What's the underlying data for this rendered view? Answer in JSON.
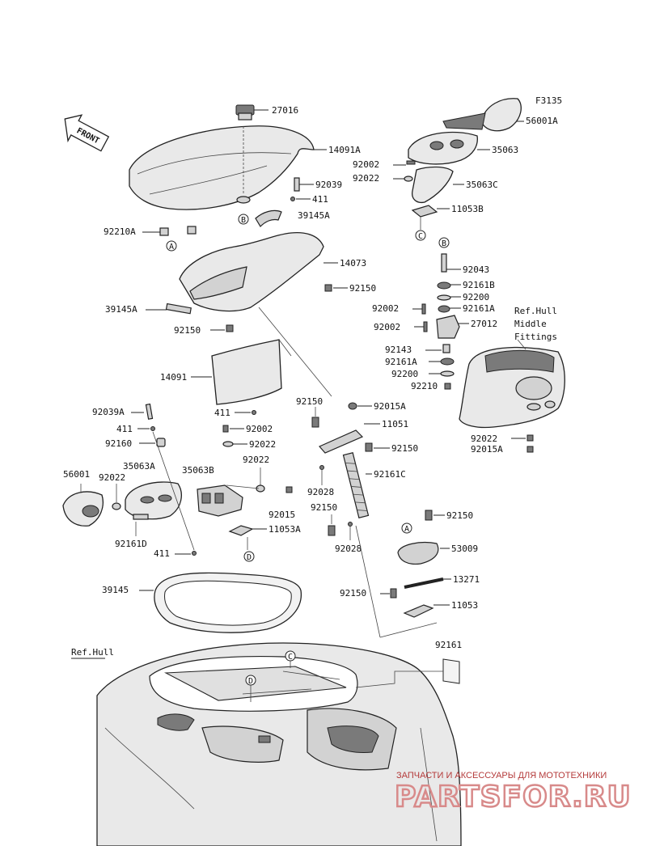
{
  "figure_code": "F3135",
  "front_label": "FRONT",
  "ref_labels": {
    "ref_hull": "Ref.Hull",
    "ref_hull_middle_fittings_1": "Ref.Hull",
    "ref_hull_middle_fittings_2": "Middle",
    "ref_hull_middle_fittings_3": "Fittings"
  },
  "part_numbers": {
    "p27016": "27016",
    "p14091A": "14091A",
    "p92039": "92039",
    "p411a": "411",
    "p39145A_top": "39145A",
    "p92210A": "92210A",
    "p14073": "14073",
    "p92150a": "92150",
    "p39145A_left": "39145A",
    "p92150b": "92150",
    "p14091": "14091",
    "p411b": "411",
    "p56001A": "56001A",
    "p35063": "35063",
    "p92002a": "92002",
    "p92022a": "92022",
    "p35063C": "35063C",
    "p11053B": "11053B",
    "p92043": "92043",
    "p92161B": "92161B",
    "p92200a": "92200",
    "p92002b": "92002",
    "p92161A_a": "92161A",
    "p92002c": "92002",
    "p27012": "27012",
    "p92143": "92143",
    "p92161A_b": "92161A",
    "p92200b": "92200",
    "p92210": "92210",
    "p92022b": "92022",
    "p92015A_b": "92015A",
    "p92150c": "92150",
    "p92015A_a": "92015A",
    "p11051": "11051",
    "p92150d": "92150",
    "p92161C": "92161C",
    "p92028a": "92028",
    "p92150e": "92150",
    "p92028b": "92028",
    "p92150f": "92150",
    "p53009": "53009",
    "p13271": "13271",
    "p92150g": "92150",
    "p11053": "11053",
    "p92161": "92161",
    "p92039A": "92039A",
    "p411c": "411",
    "p92160": "92160",
    "p92002d": "92002",
    "p92022c": "92022",
    "p56001": "56001",
    "p35063A": "35063A",
    "p35063B": "35063B",
    "p92022d": "92022",
    "p92022e": "92022",
    "p92015": "92015",
    "p11053A": "11053A",
    "p92161D": "92161D",
    "p411d": "411",
    "p39145": "39145"
  },
  "callouts": {
    "a": "A",
    "b": "B",
    "c": "C",
    "d": "D"
  },
  "watermark": {
    "tagline": "ЗАПЧАСТИ И АКСЕССУАРЫ ДЛЯ МОТОТЕХНИКИ",
    "brand": "PARTSFOR.RU"
  }
}
